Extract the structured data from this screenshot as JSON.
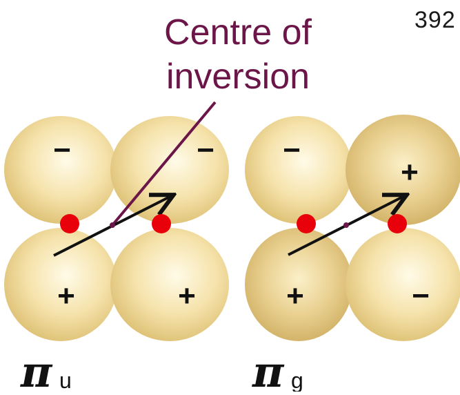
{
  "page_number": "392",
  "caption": {
    "line1": "Centre of",
    "line2": "inversion"
  },
  "orbitals": [
    {
      "symbol": "π",
      "subscript": "u",
      "lobe_signs": {
        "top_left": "−",
        "top_right": "−",
        "bottom_left": "+",
        "bottom_right": "+"
      }
    },
    {
      "symbol": "π",
      "subscript": "g",
      "lobe_signs": {
        "top_left": "−",
        "top_right": "+",
        "bottom_left": "+",
        "bottom_right": "−"
      }
    }
  ],
  "colors": {
    "lobe": "#f0d99a",
    "lobe_highlight": "#fffbe8",
    "lobe_shadow": "#d9ba6a",
    "nucleus": "#e8000b",
    "caption": "#6b1548",
    "arrow": "#111111"
  }
}
